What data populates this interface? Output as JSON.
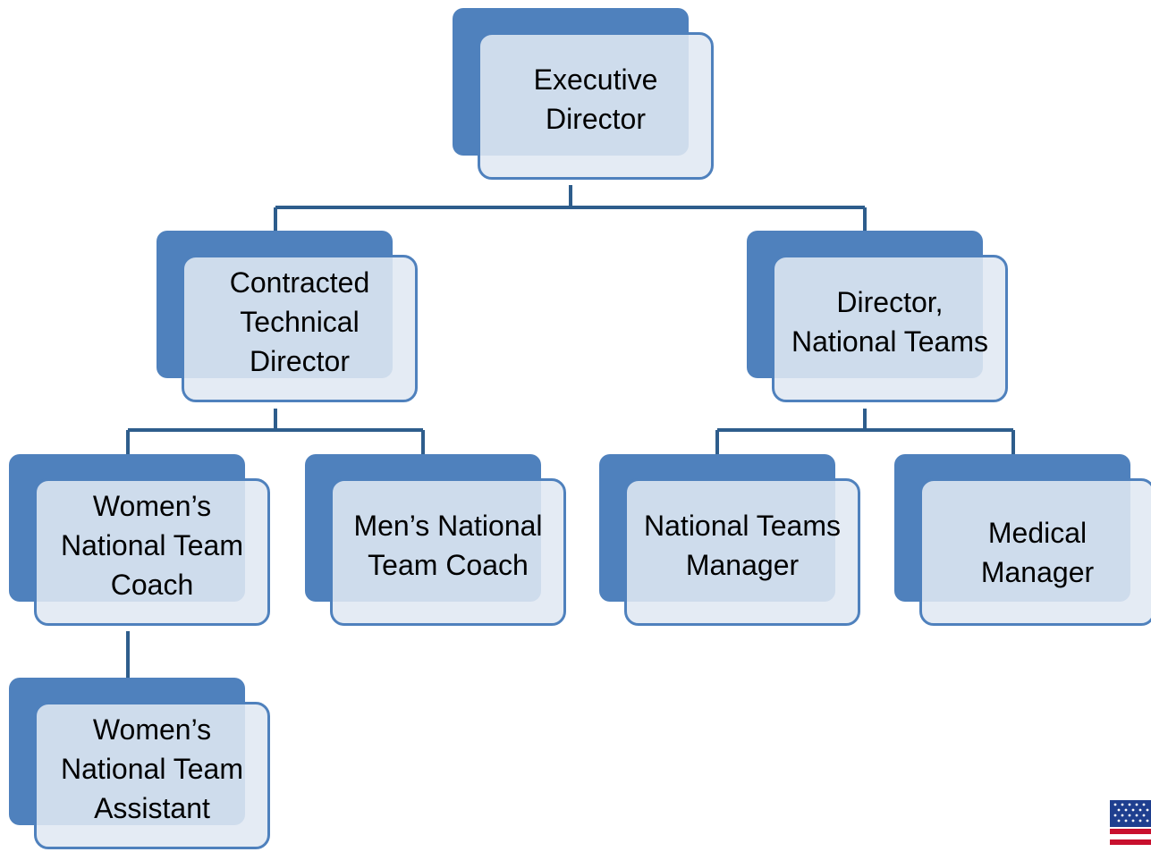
{
  "org_chart": {
    "executive_director": "Executive Director",
    "technical_director": "Contracted Technical Director",
    "director_national_teams": "Director, National Teams",
    "womens_coach": "Women’s National Team Coach",
    "mens_coach": "Men’s National Team Coach",
    "national_teams_manager": "National Teams Manager",
    "medical_manager": "Medical Manager",
    "womens_assistant": "Women’s National Team Assistant"
  },
  "icons": {
    "corner_flag": "us-flag-icon"
  },
  "colors": {
    "accent": "#4f81bd",
    "connector": "#2e5d8c",
    "box_fill": "#e0e8f2"
  }
}
